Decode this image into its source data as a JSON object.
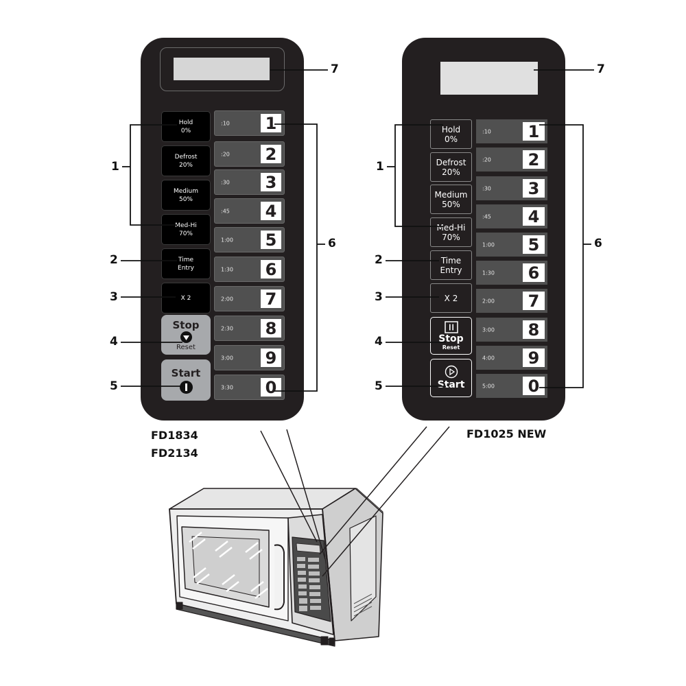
{
  "panels": [
    {
      "model_lines": [
        "FD1834",
        "FD2134"
      ],
      "power_buttons": [
        {
          "label": "Hold",
          "sub": "0%"
        },
        {
          "label": "Defrost",
          "sub": "20%"
        },
        {
          "label": "Medium",
          "sub": "50%"
        },
        {
          "label": "Med-Hi",
          "sub": "70%"
        }
      ],
      "time_entry": {
        "label": "Time",
        "sub": "Entry"
      },
      "x2": "X 2",
      "stop": {
        "label": "Stop",
        "sub": "Reset"
      },
      "start": {
        "label": "Start"
      },
      "keys": [
        {
          "time": ":10",
          "num": "1"
        },
        {
          "time": ":20",
          "num": "2"
        },
        {
          "time": ":30",
          "num": "3"
        },
        {
          "time": ":45",
          "num": "4"
        },
        {
          "time": "1:00",
          "num": "5"
        },
        {
          "time": "1:30",
          "num": "6"
        },
        {
          "time": "2:00",
          "num": "7"
        },
        {
          "time": "2:30",
          "num": "8"
        },
        {
          "time": "3:00",
          "num": "9"
        },
        {
          "time": "3:30",
          "num": "0"
        }
      ]
    },
    {
      "model_lines": [
        "FD1025 NEW"
      ],
      "power_buttons": [
        {
          "label": "Hold",
          "sub": "0%"
        },
        {
          "label": "Defrost",
          "sub": "20%"
        },
        {
          "label": "Medium",
          "sub": "50%"
        },
        {
          "label": "Med-Hi",
          "sub": "70%"
        }
      ],
      "time_entry": {
        "label": "Time",
        "sub": "Entry"
      },
      "x2": "X 2",
      "stop": {
        "label": "Stop",
        "sub": "Reset"
      },
      "start": {
        "label": "Start"
      },
      "keys": [
        {
          "time": ":10",
          "num": "1"
        },
        {
          "time": ":20",
          "num": "2"
        },
        {
          "time": ":30",
          "num": "3"
        },
        {
          "time": ":45",
          "num": "4"
        },
        {
          "time": "1:00",
          "num": "5"
        },
        {
          "time": "1:30",
          "num": "6"
        },
        {
          "time": "2:00",
          "num": "7"
        },
        {
          "time": "3:00",
          "num": "8"
        },
        {
          "time": "4:00",
          "num": "9"
        },
        {
          "time": "5:00",
          "num": "0"
        }
      ]
    }
  ],
  "callouts": {
    "power_levels": "1",
    "time_entry": "2",
    "x2": "3",
    "stop": "4",
    "start": "5",
    "keypad": "6",
    "display": "7"
  },
  "colors": {
    "panel": "#231f20",
    "display": "#d6d6d6",
    "key": "#505050",
    "stop_start_a": "#a7a9ac"
  }
}
